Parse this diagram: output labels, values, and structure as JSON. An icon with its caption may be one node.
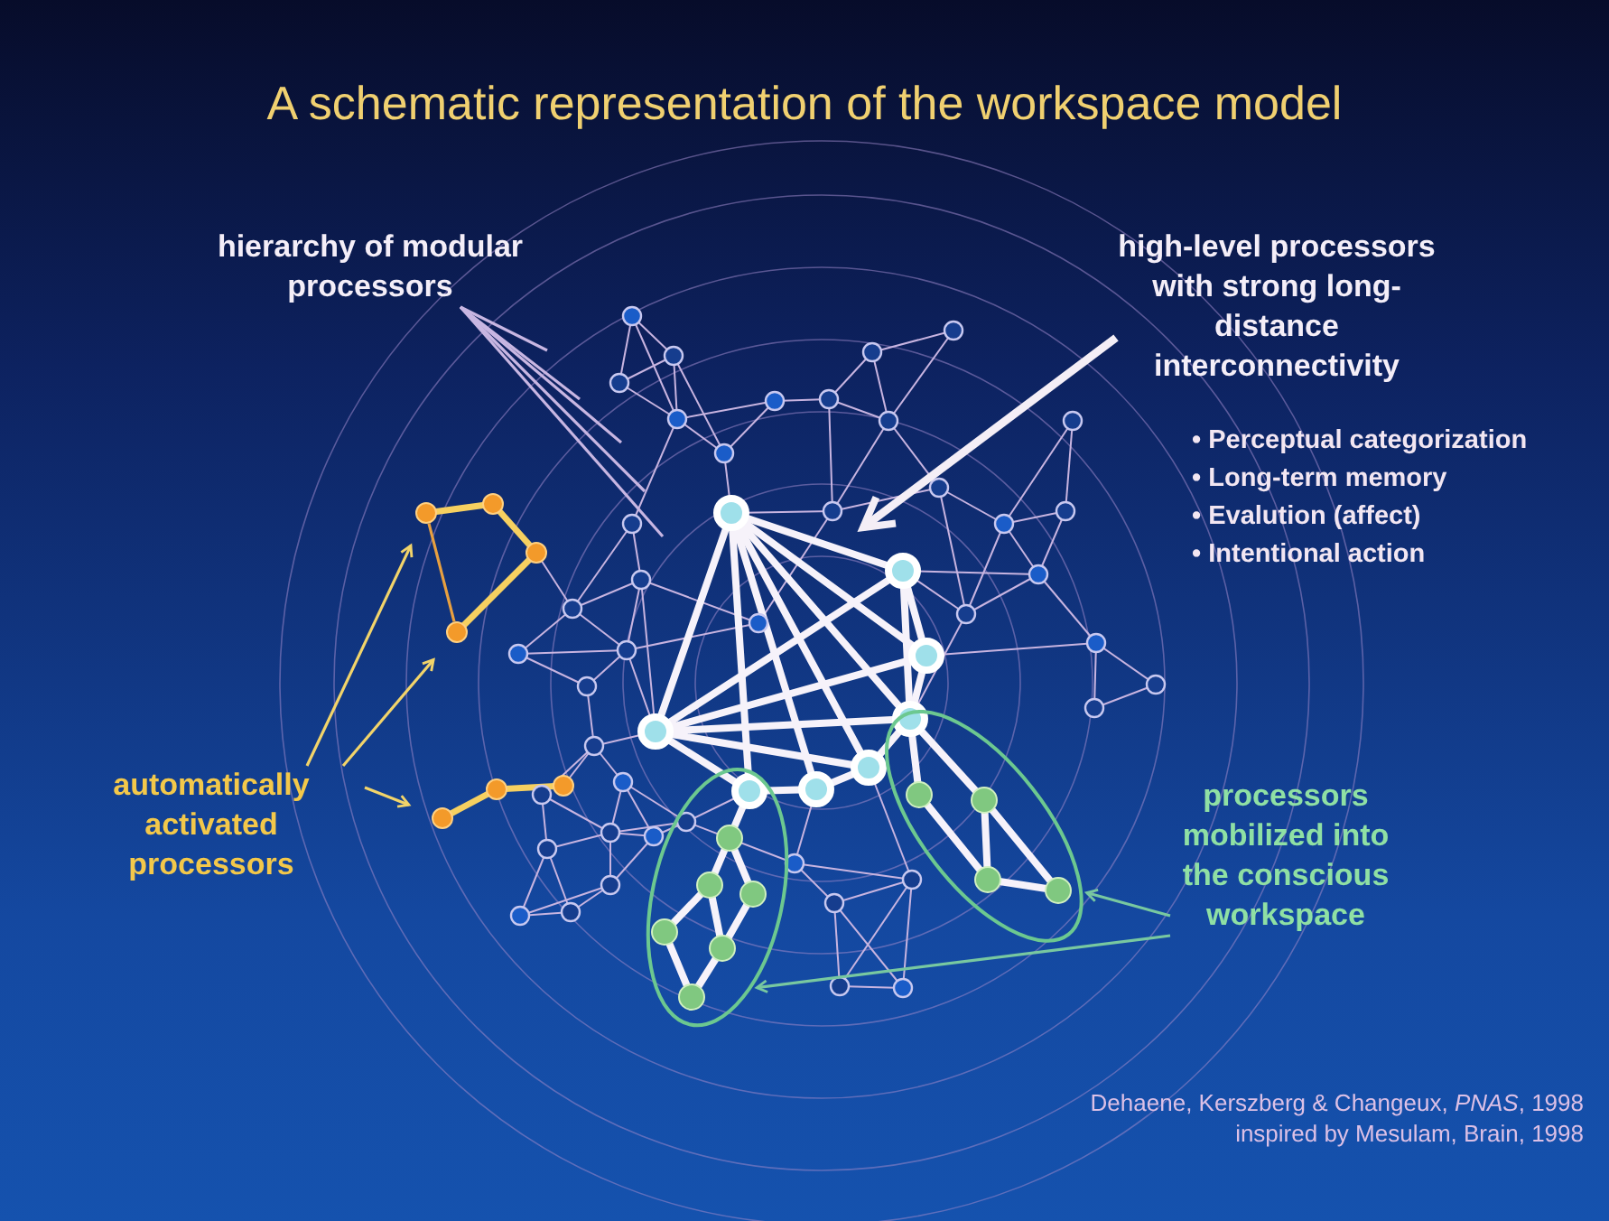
{
  "diagram": {
    "title": "A schematic representation of the workspace model",
    "nodes": [
      {
        "text": [
          "hierarchy of modular processors"
        ]
      },
      {
        "text": [
          "high-level processors with strong long-distance interconnectivity"
        ]
      },
      {
        "text": [
          "automatically activated processors"
        ]
      },
      {
        "text": [
          "processors mobilized into the conscious workspace"
        ]
      },
      {
        "text": [],
        "shape": "circle"
      },
      {
        "text": [],
        "shape": "circle"
      },
      {
        "text": [],
        "shape": "circle"
      },
      {
        "text": [],
        "shape": "ellipse"
      },
      {
        "text": [],
        "shape": "ellipse"
      }
    ],
    "edges": [
      {
        "from": 0,
        "to": null,
        "arrow": "none"
      },
      {
        "from": 0,
        "to": null,
        "arrow": "none"
      },
      {
        "from": 0,
        "to": null,
        "arrow": "none"
      },
      {
        "from": 0,
        "to": null,
        "arrow": "none"
      },
      {
        "from": 0,
        "to": null,
        "arrow": "none"
      },
      {
        "from": 1,
        "to": null,
        "arrow": "to",
        "style": "thick",
        "color": "#f4eef6"
      },
      {
        "from": 2,
        "to": 4,
        "arrow": "to",
        "color": "#f2d46a"
      },
      {
        "from": 2,
        "to": 5,
        "arrow": "to",
        "color": "#f2d46a"
      },
      {
        "from": 2,
        "to": 6,
        "arrow": "to",
        "color": "#f2d46a"
      },
      {
        "from": 3,
        "to": 8,
        "arrow": "to",
        "color": "#78c8a0"
      },
      {
        "from": 3,
        "to": 7,
        "arrow": "to",
        "color": "#78c8a0"
      },
      {
        "from": 4,
        "to": 5,
        "arrow": "none",
        "color": "#e8a040"
      }
    ],
    "labels": [
      "• Perceptual categorization",
      "• Long-term memory",
      "• Evalution (affect)",
      "• Intentional action",
      "Dehaene, Kerszberg & Changeux, *PNAS*, 1998",
      "inspired by Mesulam, Brain, 1998"
    ]
  }
}
